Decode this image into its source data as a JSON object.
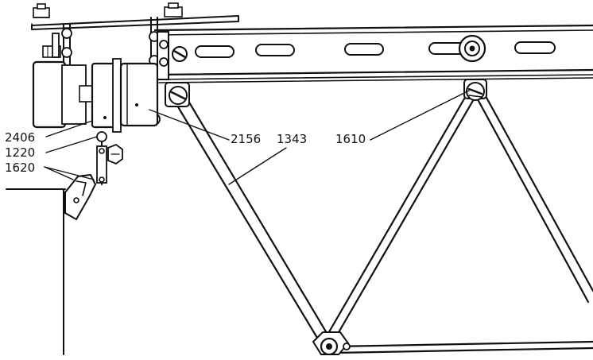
{
  "diagram": {
    "labels": {
      "part_2406": "2406",
      "part_1220": "1220",
      "part_1620": "1620",
      "part_2156": "2156",
      "part_1343": "1343",
      "part_1610": "1610"
    },
    "colors": {
      "ink": "#111111",
      "paper": "#ffffff"
    }
  }
}
